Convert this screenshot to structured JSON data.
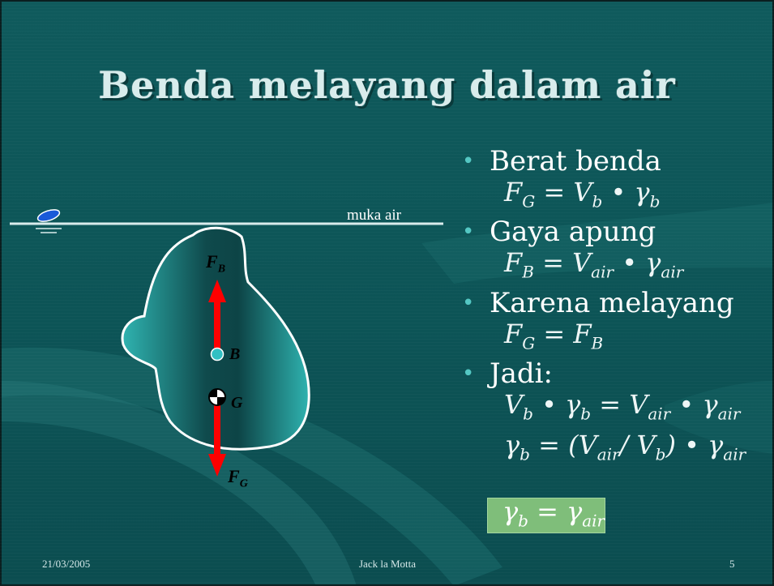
{
  "slide": {
    "title": "Benda melayang dalam air",
    "surface_label": "muka air"
  },
  "diagram": {
    "force_buoyancy": "F",
    "force_buoyancy_sub": "B",
    "force_weight": "F",
    "force_weight_sub": "G",
    "center_buoyancy": "B",
    "center_gravity": "G"
  },
  "bullets": [
    {
      "text": "Berat benda"
    },
    {
      "text": "Gaya apung"
    },
    {
      "text": "Karena melayang"
    },
    {
      "text": "Jadi:"
    }
  ],
  "colors": {
    "background": "#0d5658",
    "bullet": "#54c7c3",
    "arrow": "#ff0000",
    "body_fill": "#2fb3b0",
    "highlight": "#7fbe7a"
  },
  "footer": {
    "date": "21/03/2005",
    "author": "Jack la Motta",
    "page": "5"
  }
}
